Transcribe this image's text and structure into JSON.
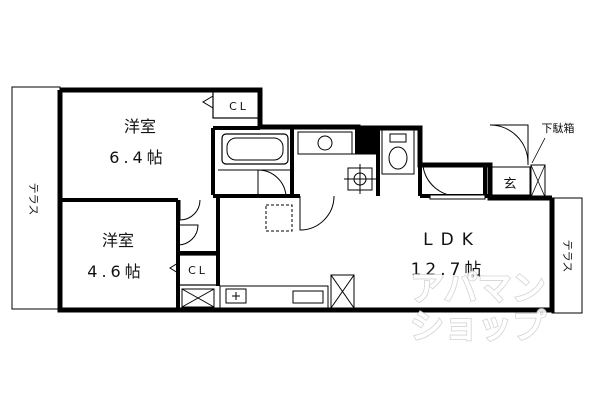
{
  "rooms": {
    "western_room_1": {
      "name": "洋室",
      "size": "6.4帖"
    },
    "western_room_2": {
      "name": "洋室",
      "size": "4.6帖"
    },
    "ldk": {
      "name": "LDK",
      "size": "12.7帖"
    }
  },
  "closet_label": "CL",
  "terrace_label": "テラス",
  "entrance_label": "玄",
  "shoe_box_label": "下駄箱",
  "watermark": {
    "line1": "アパマン",
    "line2": "ショップ"
  }
}
